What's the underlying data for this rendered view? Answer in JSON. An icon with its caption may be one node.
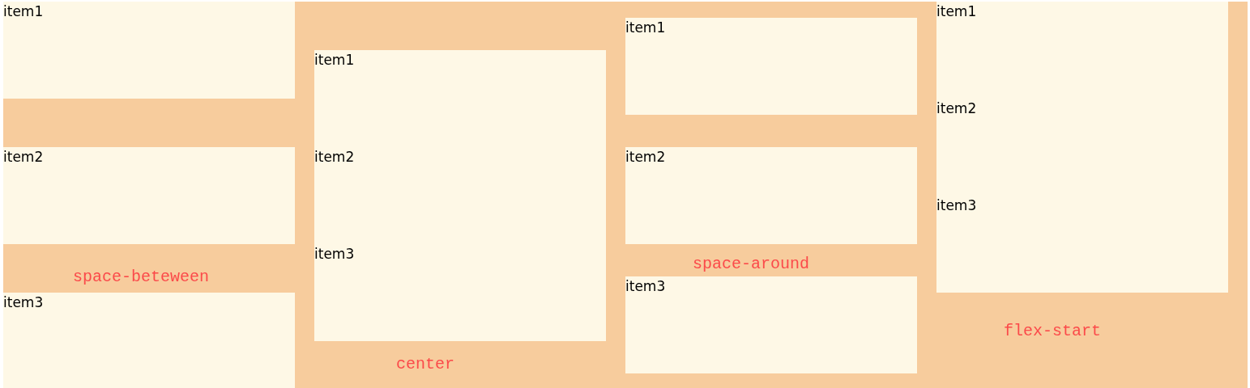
{
  "diagram": {
    "nodes": [
      {
        "text": [
          "space-beteween"
        ]
      },
      {
        "text": [
          "item1"
        ],
        "in": 0
      },
      {
        "text": [
          "item2"
        ],
        "in": 0
      },
      {
        "text": [
          "item3"
        ],
        "in": 0
      },
      {
        "text": [
          "center"
        ]
      },
      {
        "text": [
          "item1"
        ],
        "in": 4
      },
      {
        "text": [
          "item2"
        ],
        "in": 4
      },
      {
        "text": [
          "item3"
        ],
        "in": 4
      },
      {
        "text": [
          "space-around"
        ]
      },
      {
        "text": [
          "item1"
        ],
        "in": 8
      },
      {
        "text": [
          "item2"
        ],
        "in": 8
      },
      {
        "text": [
          "item3"
        ],
        "in": 8
      },
      {
        "text": [
          "flex-start"
        ]
      },
      {
        "text": [
          "item1"
        ],
        "in": 12
      },
      {
        "text": [
          "item2"
        ],
        "in": 12
      },
      {
        "text": [
          "item3"
        ],
        "in": 12
      }
    ]
  }
}
